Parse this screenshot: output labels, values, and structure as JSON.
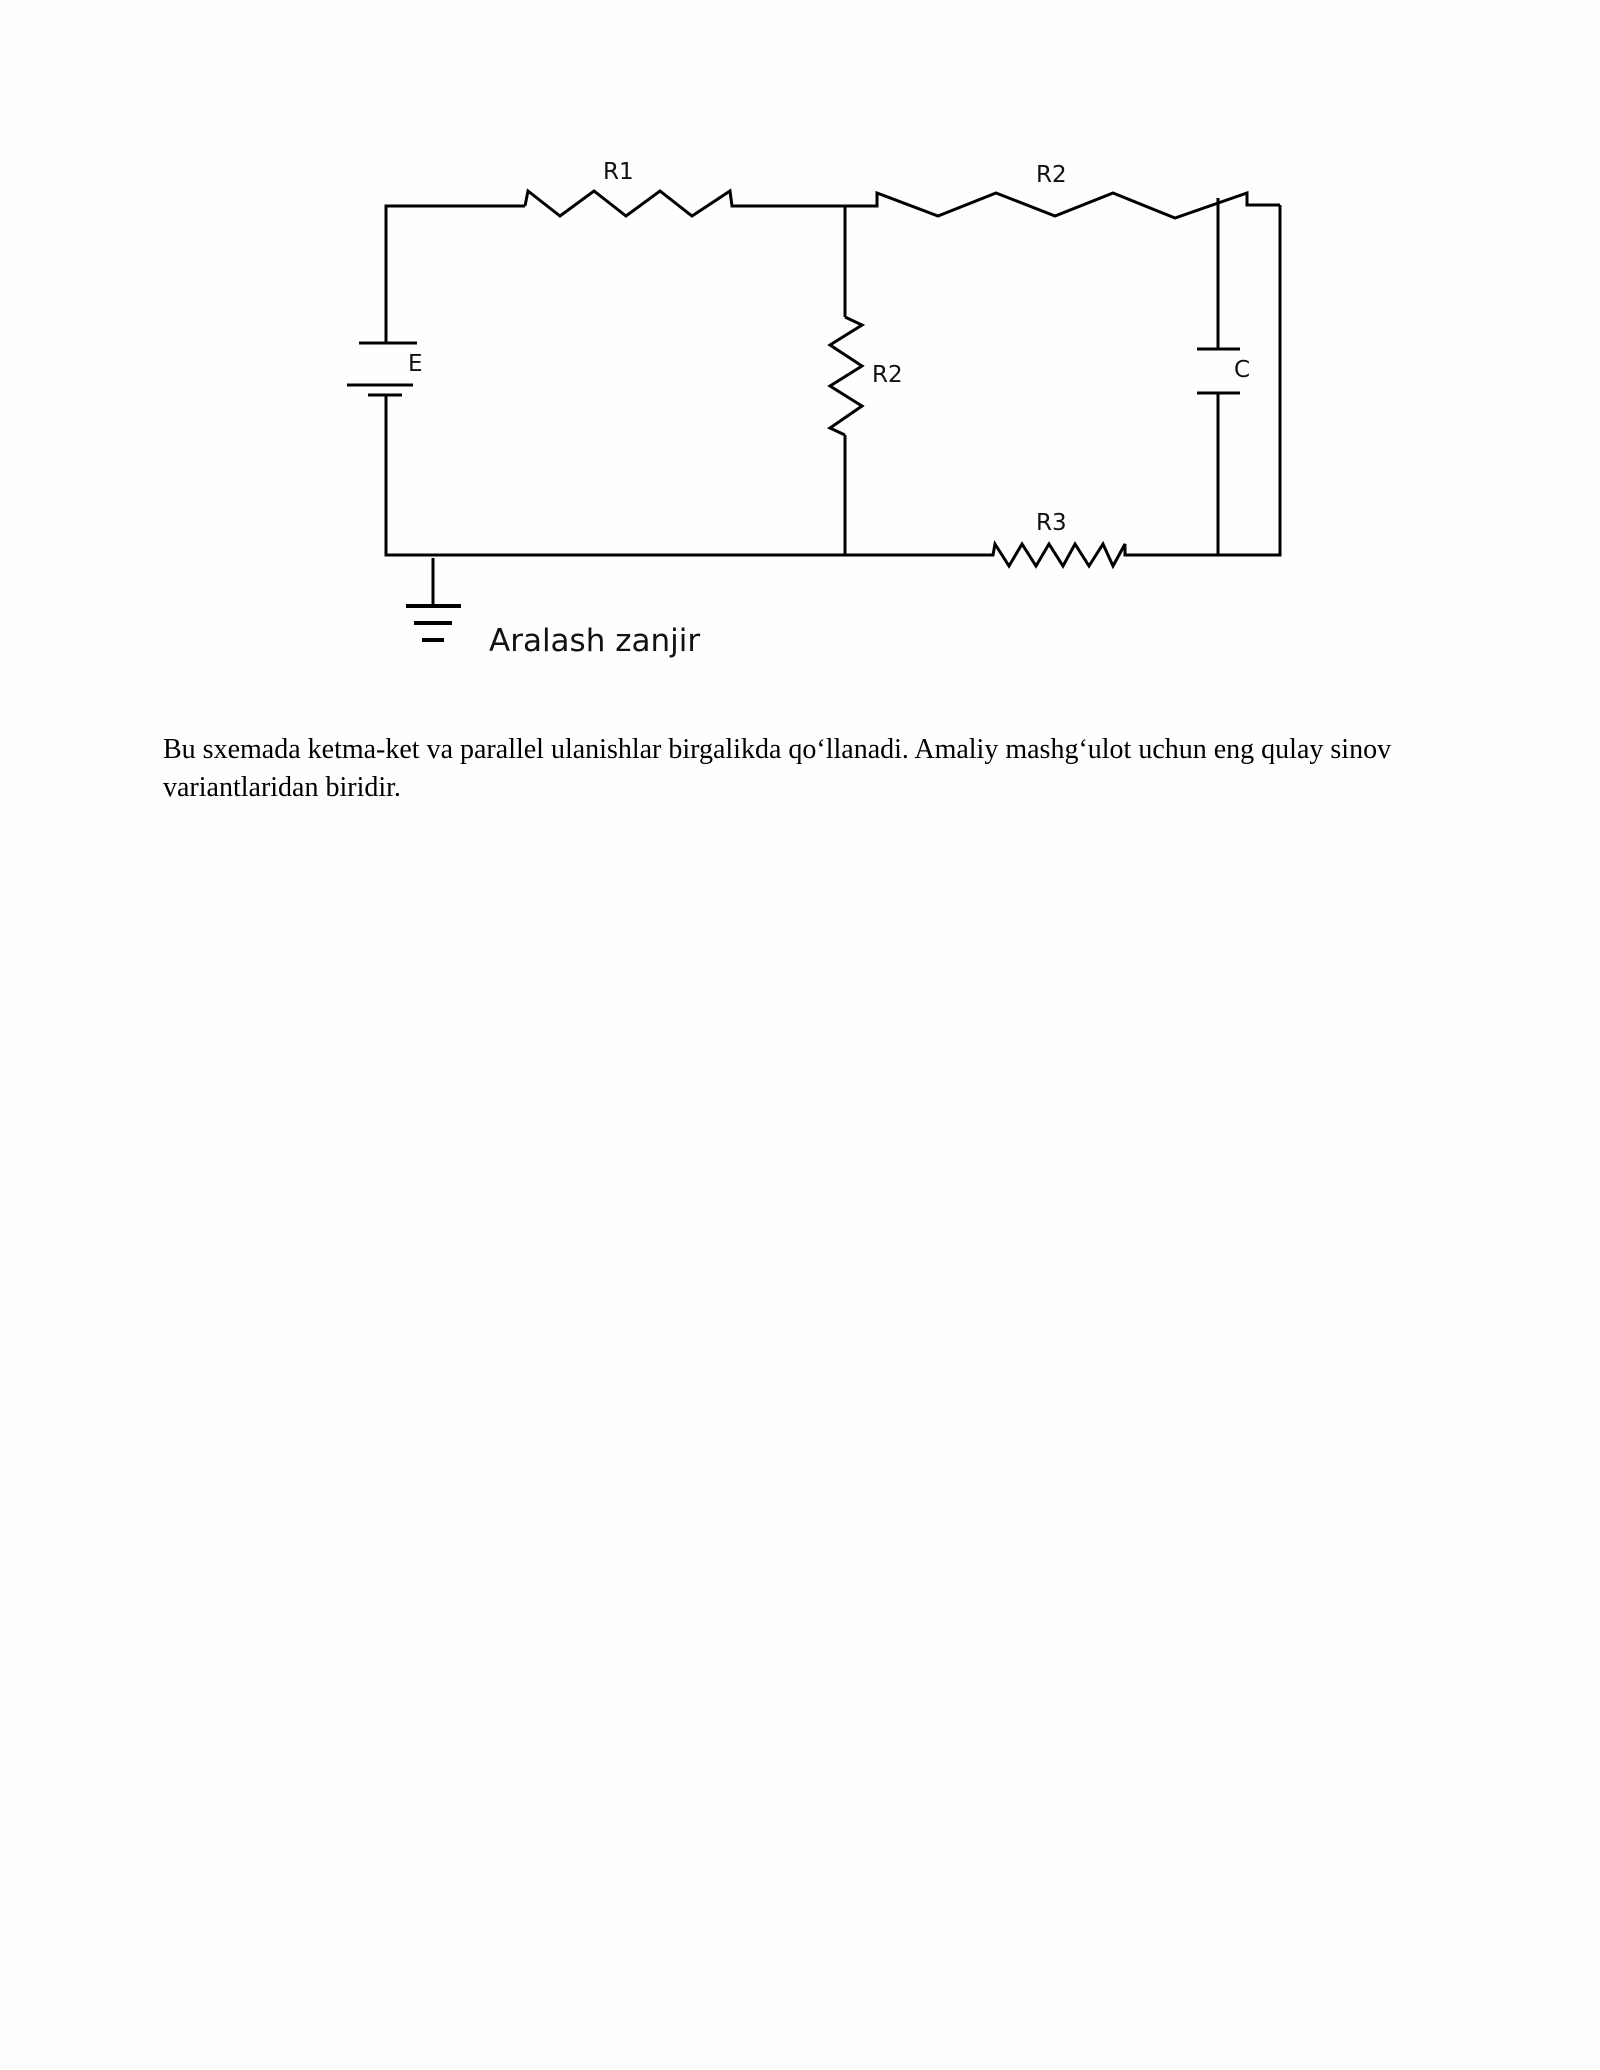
{
  "figure": {
    "labels": {
      "r1": "R1",
      "r2_top": "R2",
      "r2_mid": "R2",
      "r3": "R3",
      "e": "E",
      "c": "C"
    },
    "caption": "Aralash zanjir"
  },
  "body": {
    "paragraph": "Bu sxemada ketma-ket va parallel ulanishlar birgalikda qo‘llanadi. Amaliy mashg‘ulot uchun eng qulay sinov variantlaridan biridir."
  }
}
